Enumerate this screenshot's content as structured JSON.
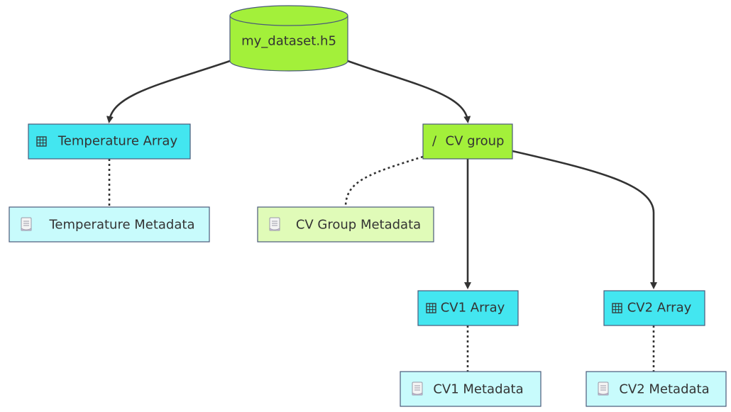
{
  "colors": {
    "green": "#a3f03a",
    "cyan": "#43e6f0",
    "light_cyan": "#c8fbfc",
    "light_green": "#e0fbb8",
    "edge": "#333333",
    "text": "#333333"
  },
  "nodes": {
    "root": {
      "label": "my_dataset.h5",
      "icon": "database-icon"
    },
    "temp_array": {
      "label": "Temperature Array",
      "icon": "grid-icon"
    },
    "temp_meta": {
      "label": "Temperature Metadata",
      "icon": "document-icon"
    },
    "cv_group": {
      "label": "CV group",
      "icon": "slash-icon",
      "prefix": "/"
    },
    "cv_group_meta": {
      "label": "CV Group Metadata",
      "icon": "document-icon"
    },
    "cv1_array": {
      "label": "CV1 Array",
      "icon": "grid-icon"
    },
    "cv1_meta": {
      "label": "CV1 Metadata",
      "icon": "document-icon"
    },
    "cv2_array": {
      "label": "CV2 Array",
      "icon": "grid-icon"
    },
    "cv2_meta": {
      "label": "CV2 Metadata",
      "icon": "document-icon"
    }
  }
}
